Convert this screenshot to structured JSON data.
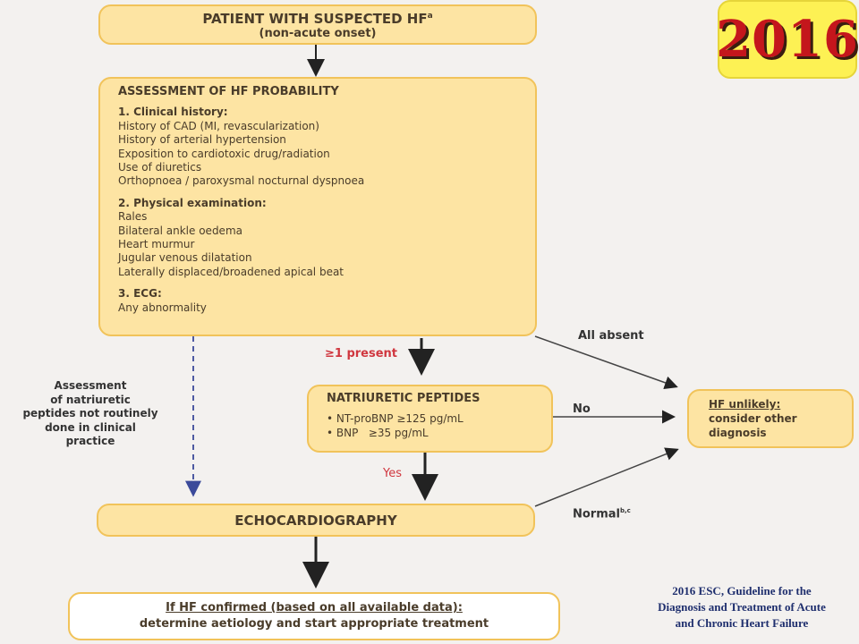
{
  "badge": {
    "year": "2016"
  },
  "nodes": {
    "patient": {
      "title": "PATIENT WITH SUSPECTED HF",
      "sup": "a",
      "subtitle": "(non-acute onset)"
    },
    "assessment": {
      "title": "ASSESSMENT OF HF PROBABILITY",
      "sections": [
        {
          "heading": "1. Clinical history:",
          "items": [
            "History of CAD (MI, revascularization)",
            "History of arterial hypertension",
            "Exposition to cardiotoxic drug/radiation",
            "Use of diuretics",
            "Orthopnoea / paroxysmal nocturnal dyspnoea"
          ]
        },
        {
          "heading": "2. Physical examination:",
          "items": [
            "Rales",
            "Bilateral ankle oedema",
            "Heart murmur",
            "Jugular venous dilatation",
            "Laterally displaced/broadened apical beat"
          ]
        },
        {
          "heading": "3. ECG:",
          "items": [
            "Any abnormality"
          ]
        }
      ]
    },
    "peptides": {
      "title": "NATRIURETIC PEPTIDES",
      "items": [
        "• NT-proBNP ≥125 pg/mL",
        "• BNP   ≥35 pg/mL"
      ]
    },
    "unlikely": {
      "title": "HF unlikely:",
      "lines": [
        "consider other",
        "diagnosis"
      ]
    },
    "echo": {
      "title": "ECHOCARDIOGRAPHY"
    },
    "confirmed": {
      "title": "If HF confirmed (based on all available data):",
      "subtitle": "determine aetiology and start appropriate treatment"
    }
  },
  "labels": {
    "present": "≥1 present",
    "all_absent": "All absent",
    "no": "No",
    "yes": "Yes",
    "normal": "Normal",
    "normal_sup": "b,c",
    "side_note": [
      "Assessment",
      "of natriuretic",
      "peptides not routinely",
      "done in clinical",
      "practice"
    ]
  },
  "source": {
    "lines": [
      "2016  ESC, Guideline for the",
      "Diagnosis and Treatment of Acute",
      "and Chronic Heart Failure"
    ]
  },
  "colors": {
    "box_fill": "#fde4a3",
    "box_border": "#f1c35a",
    "red_label": "#d0373f",
    "badge_fill": "#fdf154",
    "badge_text": "#c4161c",
    "dashed_arrow": "#3b4a9a"
  }
}
